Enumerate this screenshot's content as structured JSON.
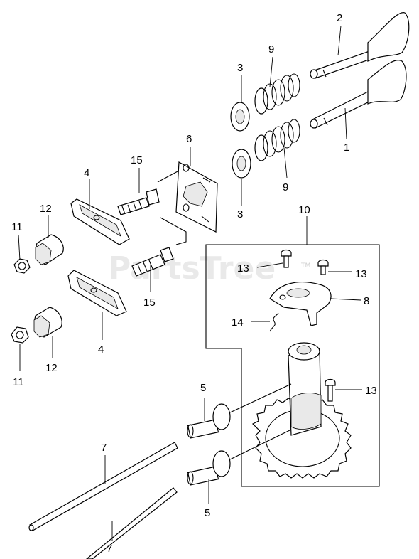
{
  "watermark": {
    "text": "PartsTree",
    "mark": "TM"
  },
  "callouts": {
    "valve_exhaust": "2",
    "valve_intake": "1",
    "valve_spring_top": "9",
    "valve_spring_bottom": "9",
    "spring_retainer_top": "3",
    "spring_retainer_bottom": "3",
    "guide_plate": "6",
    "stud_top": "15",
    "stud_bottom": "15",
    "rocker_arm_top": "4",
    "rocker_arm_bottom": "4",
    "adjust_nut_top": "12",
    "adjust_nut_bottom": "12",
    "lock_nut_top": "11",
    "lock_nut_bottom": "11",
    "governor_group": "10",
    "screw_left": "13",
    "screw_right": "13",
    "screw_cam": "13",
    "governor_weight": "8",
    "governor_spring": "14",
    "tappet_top": "5",
    "tappet_bottom": "5",
    "push_rod_top": "7",
    "push_rod_bottom": "7"
  }
}
